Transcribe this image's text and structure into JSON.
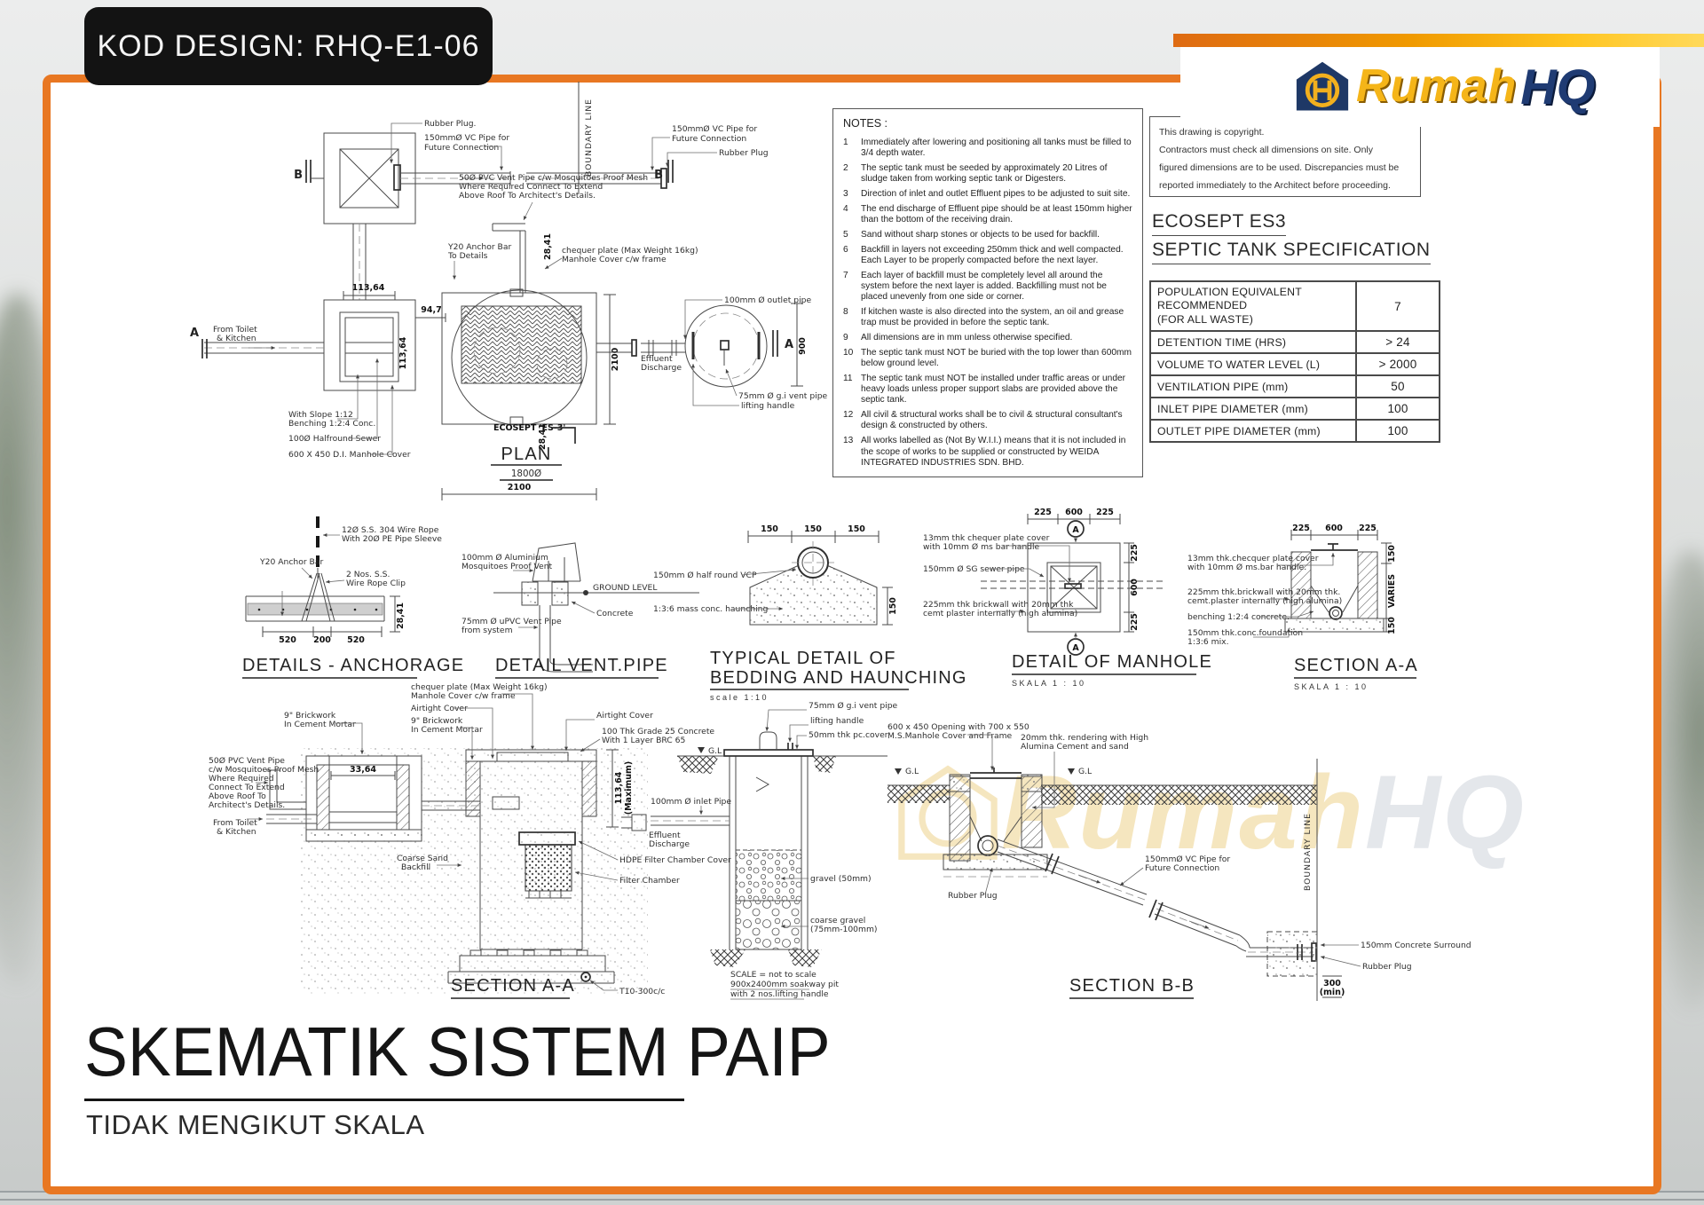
{
  "badge": {
    "text": "KOD DESIGN: RHQ-E1-06"
  },
  "logo": {
    "word1": "Rumah",
    "word2": "HQ"
  },
  "watermark": {
    "word1": "Rumah",
    "word2": "HQ"
  },
  "colors": {
    "frame_orange": "#E87722",
    "logo_gold": "#F5B519",
    "logo_navy": "#1F3B73",
    "badge_black": "#131313"
  },
  "notes": {
    "title": "NOTES :",
    "items": [
      {
        "n": "1",
        "t": "Immediately after lowering and positioning all tanks must be filled to 3/4 depth water."
      },
      {
        "n": "2",
        "t": "The septic tank must be seeded by approximately 20 Litres of sludge taken from working septic tank or Digesters."
      },
      {
        "n": "3",
        "t": "Direction of inlet and outlet Effluent pipes to be adjusted to suit site."
      },
      {
        "n": "4",
        "t": "The end discharge of Effluent pipe should be at least 150mm higher than the bottom of the receiving drain."
      },
      {
        "n": "5",
        "t": "Sand without sharp stones or objects to be used for backfill."
      },
      {
        "n": "6",
        "t": "Backfill in layers not exceeding 250mm thick and well compacted. Each Layer to be properly compacted before the next layer."
      },
      {
        "n": "7",
        "t": "Each layer of backfill must be completely level all around the system before the next layer is added.  Backfilling must not be placed unevenly from one side or corner."
      },
      {
        "n": "8",
        "t": "If kitchen waste is also directed into the system, an oil and grease trap must be provided in before the septic tank."
      },
      {
        "n": "9",
        "t": "All dimensions are in mm unless otherwise specified."
      },
      {
        "n": "10",
        "t": "The septic tank must NOT be buried with the top lower than 600mm below ground level."
      },
      {
        "n": "11",
        "t": "The septic tank must NOT be installed under traffic areas or under heavy loads unless proper support slabs are provided above the septic tank."
      },
      {
        "n": "12",
        "t": "All civil & structural works shall be to civil & structural consultant's design & constructed by others."
      },
      {
        "n": "13",
        "t": "All works labelled as (Not By W.I.I.) means that it is not included in the scope of works to be supplied or constructed by WEIDA INTEGRATED INDUSTRIES SDN. BHD."
      }
    ]
  },
  "copyright": {
    "l1": "This drawing is copyright.",
    "l2": "Contractors must check all dimensions on site.  Only",
    "l3": "figured dimensions are to be used.  Discrepancies must be",
    "l4": "reported immediately to the Architect before proceeding."
  },
  "spec": {
    "h1": "ECOSEPT ES3",
    "h2": "SEPTIC TANK SPECIFICATION",
    "rows": [
      {
        "label": "POPULATION EQUIVALENT\nRECOMMENDED\n(FOR ALL WASTE)",
        "value": "7"
      },
      {
        "label": "DETENTION TIME  (HRS)",
        "value": "> 24"
      },
      {
        "label": "VOLUME TO WATER LEVEL  (L)",
        "value": "> 2000"
      },
      {
        "label": "VENTILATION PIPE (mm)",
        "value": "50"
      },
      {
        "label": "INLET PIPE DIAMETER  (mm)",
        "value": "100"
      },
      {
        "label": "OUTLET PIPE DIAMETER  (mm)",
        "value": "100"
      }
    ]
  },
  "plan": {
    "rubber1": "Rubber Plug.",
    "vc": [
      "150mmØ VC Pipe for",
      "Future Connection"
    ],
    "rubber2": "Rubber Plug",
    "boundary": "BOUNDARY LINE",
    "b": "B",
    "a": "A",
    "vent50": [
      "50Ø PVC Vent Pipe c/w Mosquitoes Proof Mesh",
      "Where Required Connect To Extend",
      "Above Roof To Architect's Details."
    ],
    "y20": [
      "Y20 Anchor Bar",
      "To Details"
    ],
    "chequer": [
      "chequer plate (Max Weight 16kg)",
      "Manhole Cover c/w frame"
    ],
    "d2841": "28,41",
    "d11364": "113,64",
    "d947": "94,7",
    "fromtoilet": [
      "From Toilet",
      "& Kitchen"
    ],
    "slope": [
      "With Slope 1:12",
      "Benching 1:2:4 Conc."
    ],
    "halfround": "100Ø Halfround Sewer",
    "dicover": "600 X 450 D.I. Manhole Cover",
    "ecosept": "ECOSEPT 'ES-3'",
    "title": "PLAN",
    "d1800": "1800Ø",
    "d2100": "2100",
    "outlet": "100mm Ø outlet pipe",
    "effluent": [
      "Effluent",
      "Discharge"
    ],
    "vent75": "75mm Ø g.i vent pipe",
    "lifting": "lifting handle",
    "d900": "900"
  },
  "anch": {
    "rope": [
      "12Ø S.S. 304 Wire Rope",
      "With 20Ø PE Pipe Sleeve"
    ],
    "y20": "Y20 Anchor Bar",
    "clip": [
      "2 Nos. S.S.",
      "Wire Rope Clip"
    ],
    "d520": "520",
    "d200": "200",
    "d2841": "28,41",
    "title": "DETAILS - ANCHORAGE"
  },
  "vent": {
    "mosq": [
      "100mm Ø Aluminium",
      "Mosquitoes Proof Vent"
    ],
    "gl": "GROUND LEVEL",
    "conc": "Concrete",
    "pipe": [
      "75mm Ø uPVC Vent Pipe",
      "from system"
    ],
    "title": "DETAIL VENT.PIPE"
  },
  "bed": {
    "vcp": "150mm Ø half round VCP",
    "haunch": "1:3:6 mass conc. haunching",
    "d150": "150",
    "t1": "TYPICAL DETAIL OF",
    "t2": "BEDDING AND HAUNCHING",
    "scale": "scale 1:10"
  },
  "mh": {
    "cover": [
      "13mm thk chequer plate cover",
      "with 10mm Ø ms bar handle"
    ],
    "sewer": "150mm Ø SG sewer pipe",
    "brick": [
      "225mm thk brickwall with 20mm thk",
      "cemt plaster internally (high alumina)"
    ],
    "d225": "225",
    "d600": "600",
    "a": "A",
    "title": "DETAIL OF MANHOLE",
    "skala": "SKALA  1 : 10"
  },
  "saam": {
    "cover": [
      "13mm thk.checquer plate cover",
      "with 10mm Ø ms.bar handle."
    ],
    "brick": [
      "225mm thk.brickwall with 20mm thk.",
      "cemt.plaster internally (high alumina)"
    ],
    "bench": "benching 1:2:4 concrete.",
    "found": [
      "150mm thk.conc.foundation",
      "1:3:6 mix."
    ],
    "d225": "225",
    "d600": "600",
    "d150": "150",
    "varies": "VARIES",
    "title": "SECTION A-A",
    "skala": "SKALA  1 : 10"
  },
  "saat": {
    "chequer": [
      "chequer plate (Max Weight 16kg)",
      "Manhole Cover c/w frame"
    ],
    "airtight": "Airtight Cover",
    "brick": [
      "9\" Brickwork",
      "In Cement Mortar"
    ],
    "conc": [
      "100 Thk Grade 25 Concrete",
      "With 1 Layer BRC 65"
    ],
    "vent": [
      "50Ø PVC Vent Pipe",
      "c/w Mosquitoes Proof Mesh",
      "Where Required",
      "Connect To Extend",
      "Above Roof To",
      "Architect's Details."
    ],
    "fromtoilet": [
      "From Toilet",
      "& Kitchen"
    ],
    "coarse": [
      "Coarse Sand",
      "Backfill"
    ],
    "dmax1": "113,64",
    "dmax2": "(Maximum)",
    "d3364": "33,64",
    "hdpe": "HDPE Filter Chamber Cover",
    "filter": "Filter Chamber",
    "t10": "T10-300c/c",
    "title": "SECTION A-A"
  },
  "soak": {
    "vent": "75mm Ø g.i vent pipe",
    "lifting": "lifting handle",
    "cover": "50mm thk pc.cover",
    "gl": "G.L",
    "inlet": "100mm Ø inlet Pipe",
    "effluent": [
      "Effluent",
      "Discharge"
    ],
    "gravel": "gravel (50mm)",
    "coarse": [
      "coarse gravel",
      "(75mm-100mm)"
    ],
    "note": [
      "SCALE = not to scale",
      "900x2400mm soakway pit",
      "with 2 nos.lifting handle"
    ]
  },
  "sbb": {
    "opening": [
      "600 x 450 Opening with 700 x 550",
      "M.S.Manhole Cover and Frame"
    ],
    "render": [
      "20mm thk. rendering with High",
      "Alumina Cement and sand"
    ],
    "gl": "G.L",
    "rubber": "Rubber Plug",
    "vc": [
      "150mmØ VC Pipe for",
      "Future Connection"
    ],
    "surround": "150mm Concrete Surround",
    "d300": [
      "300",
      "(min)"
    ],
    "boundary": "BOUNDARY LINE",
    "title": "SECTION B-B"
  },
  "footer": {
    "title": "SKEMATIK SISTEM PAIP",
    "subtitle": "TIDAK MENGIKUT SKALA"
  }
}
